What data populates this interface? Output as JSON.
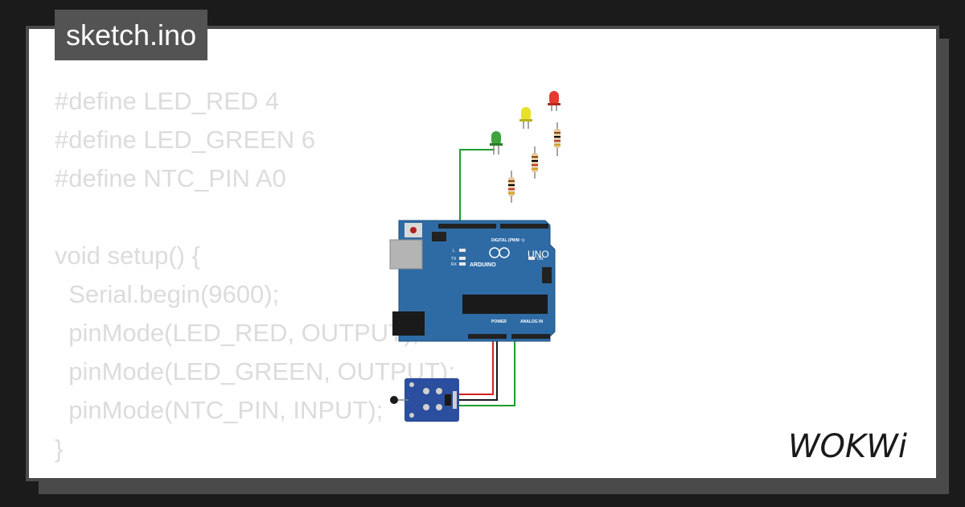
{
  "header": {
    "title": "sketch.ino"
  },
  "code": {
    "lines": [
      "#define LED_RED 4",
      "#define LED_GREEN 6",
      "#define NTC_PIN A0",
      "",
      "void setup() {",
      "  Serial.begin(9600);",
      "  pinMode(LED_RED, OUTPUT);",
      "  pinMode(LED_GREEN, OUTPUT);",
      "  pinMode(NTC_PIN, INPUT);",
      "}"
    ]
  },
  "circuit": {
    "board": {
      "brand": "ARDUINO",
      "model": "UNO",
      "digital_label": "DIGITAL (PWM ~)",
      "power_label": "POWER",
      "analog_label": "ANALOG IN",
      "on_label": "ON",
      "l_label": "L",
      "tx_label": "TX",
      "rx_label": "RX"
    },
    "leds": [
      {
        "name": "green-led",
        "color": "#3fa33f"
      },
      {
        "name": "yellow-led",
        "color": "#e8e02a"
      },
      {
        "name": "red-led",
        "color": "#e53a2f"
      }
    ],
    "wire_colors": {
      "signal": "#1f9d2e",
      "power": "#d42020",
      "ground": "#1a1a1a"
    },
    "board_color": "#2e6ba4",
    "module_color": "#2b4f9e"
  },
  "logo": {
    "text": "WOKWi"
  }
}
